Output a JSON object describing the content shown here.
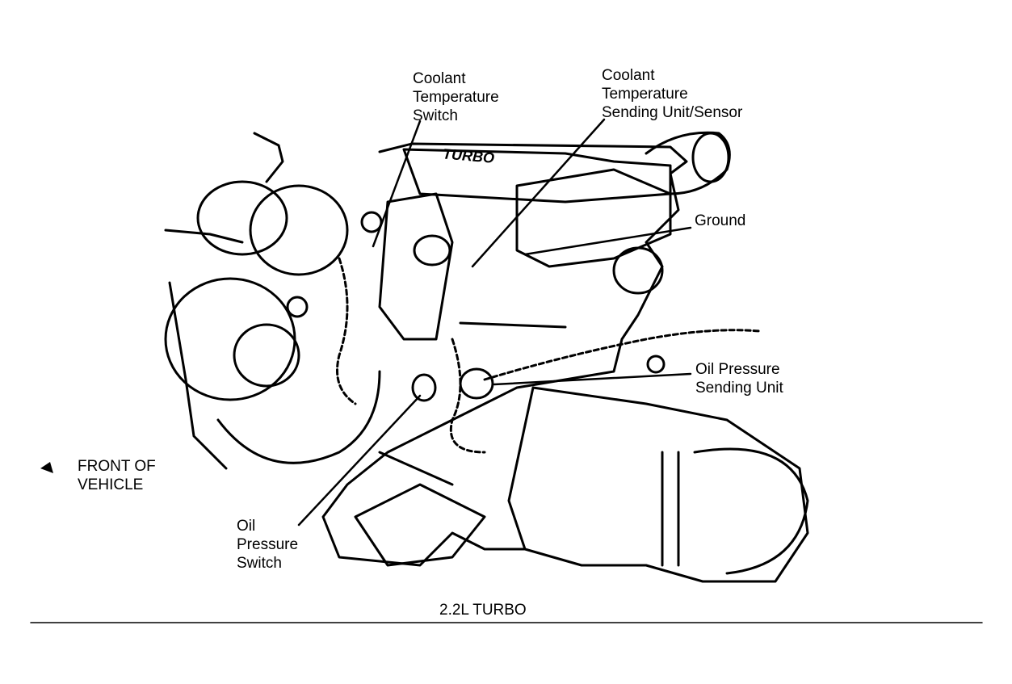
{
  "labels": {
    "coolant_temp_switch": [
      "Coolant",
      "Temperature",
      "Switch"
    ],
    "coolant_temp_sending_unit": [
      "Coolant",
      "Temperature",
      "Sending Unit/Sensor"
    ],
    "ground": "Ground",
    "oil_pressure_sending_unit": [
      "Oil Pressure",
      "Sending Unit"
    ],
    "front_of_vehicle": [
      "FRONT OF",
      "VEHICLE"
    ],
    "oil_pressure_switch": [
      "Oil",
      "Pressure",
      "Switch"
    ]
  },
  "caption": "2.2L TURBO",
  "engine_marking": "TURBO"
}
